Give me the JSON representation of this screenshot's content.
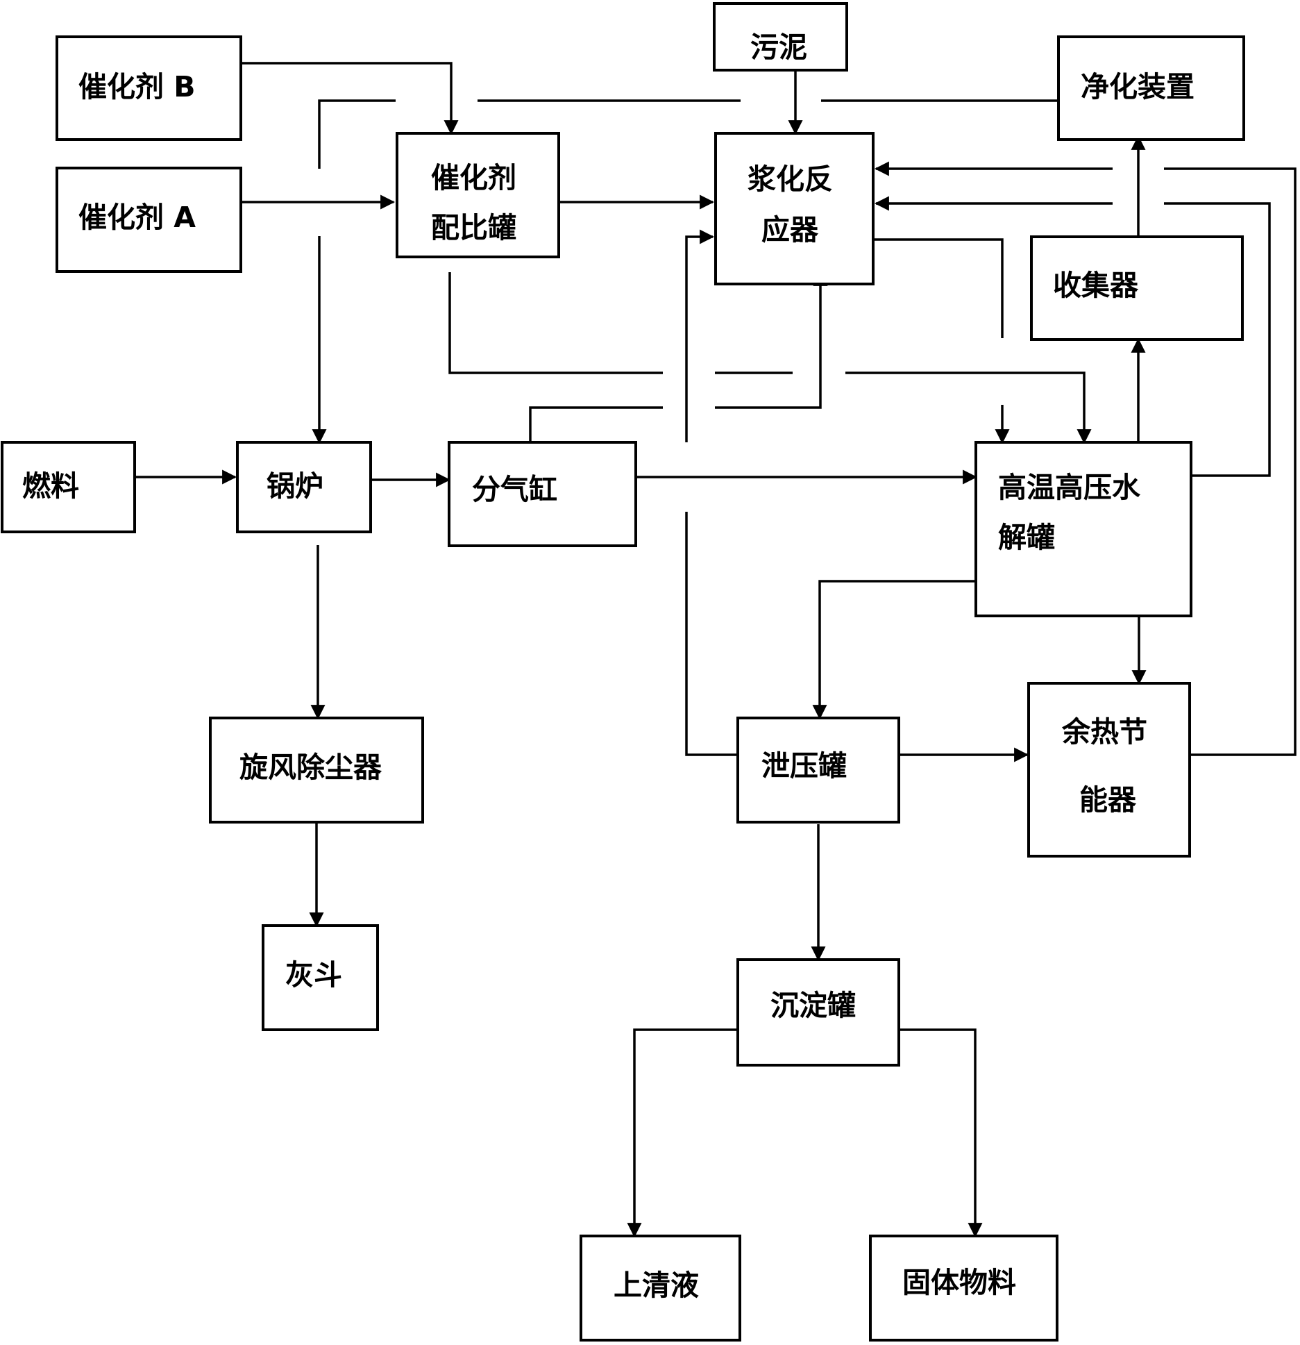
{
  "nodes": {
    "catalyst_b": {
      "lines": [
        "催化剂 B"
      ]
    },
    "catalyst_a": {
      "lines": [
        "催化剂 A"
      ]
    },
    "catalyst_mixer": {
      "lines": [
        "催化剂",
        "配比罐"
      ]
    },
    "sludge": {
      "lines": [
        "污泥"
      ]
    },
    "slurry_reactor": {
      "lines": [
        "浆化反",
        "应器"
      ]
    },
    "purifier": {
      "lines": [
        "净化装置"
      ]
    },
    "collector": {
      "lines": [
        "收集器"
      ]
    },
    "fuel": {
      "lines": [
        "燃料"
      ]
    },
    "boiler": {
      "lines": [
        "锅炉"
      ]
    },
    "steam_header": {
      "lines": [
        "分气缸"
      ]
    },
    "hydrolysis_tank": {
      "lines": [
        "高温高压水",
        "解罐"
      ]
    },
    "cyclone": {
      "lines": [
        "旋风除尘器"
      ]
    },
    "ash_hopper": {
      "lines": [
        "灰斗"
      ]
    },
    "flash_tank": {
      "lines": [
        "泄压罐"
      ]
    },
    "heat_recovery": {
      "lines": [
        "余热节",
        "能器"
      ]
    },
    "settling_tank": {
      "lines": [
        "沉淀罐"
      ]
    },
    "supernatant": {
      "lines": [
        "上清液"
      ]
    },
    "solids": {
      "lines": [
        "固体物料"
      ]
    }
  }
}
